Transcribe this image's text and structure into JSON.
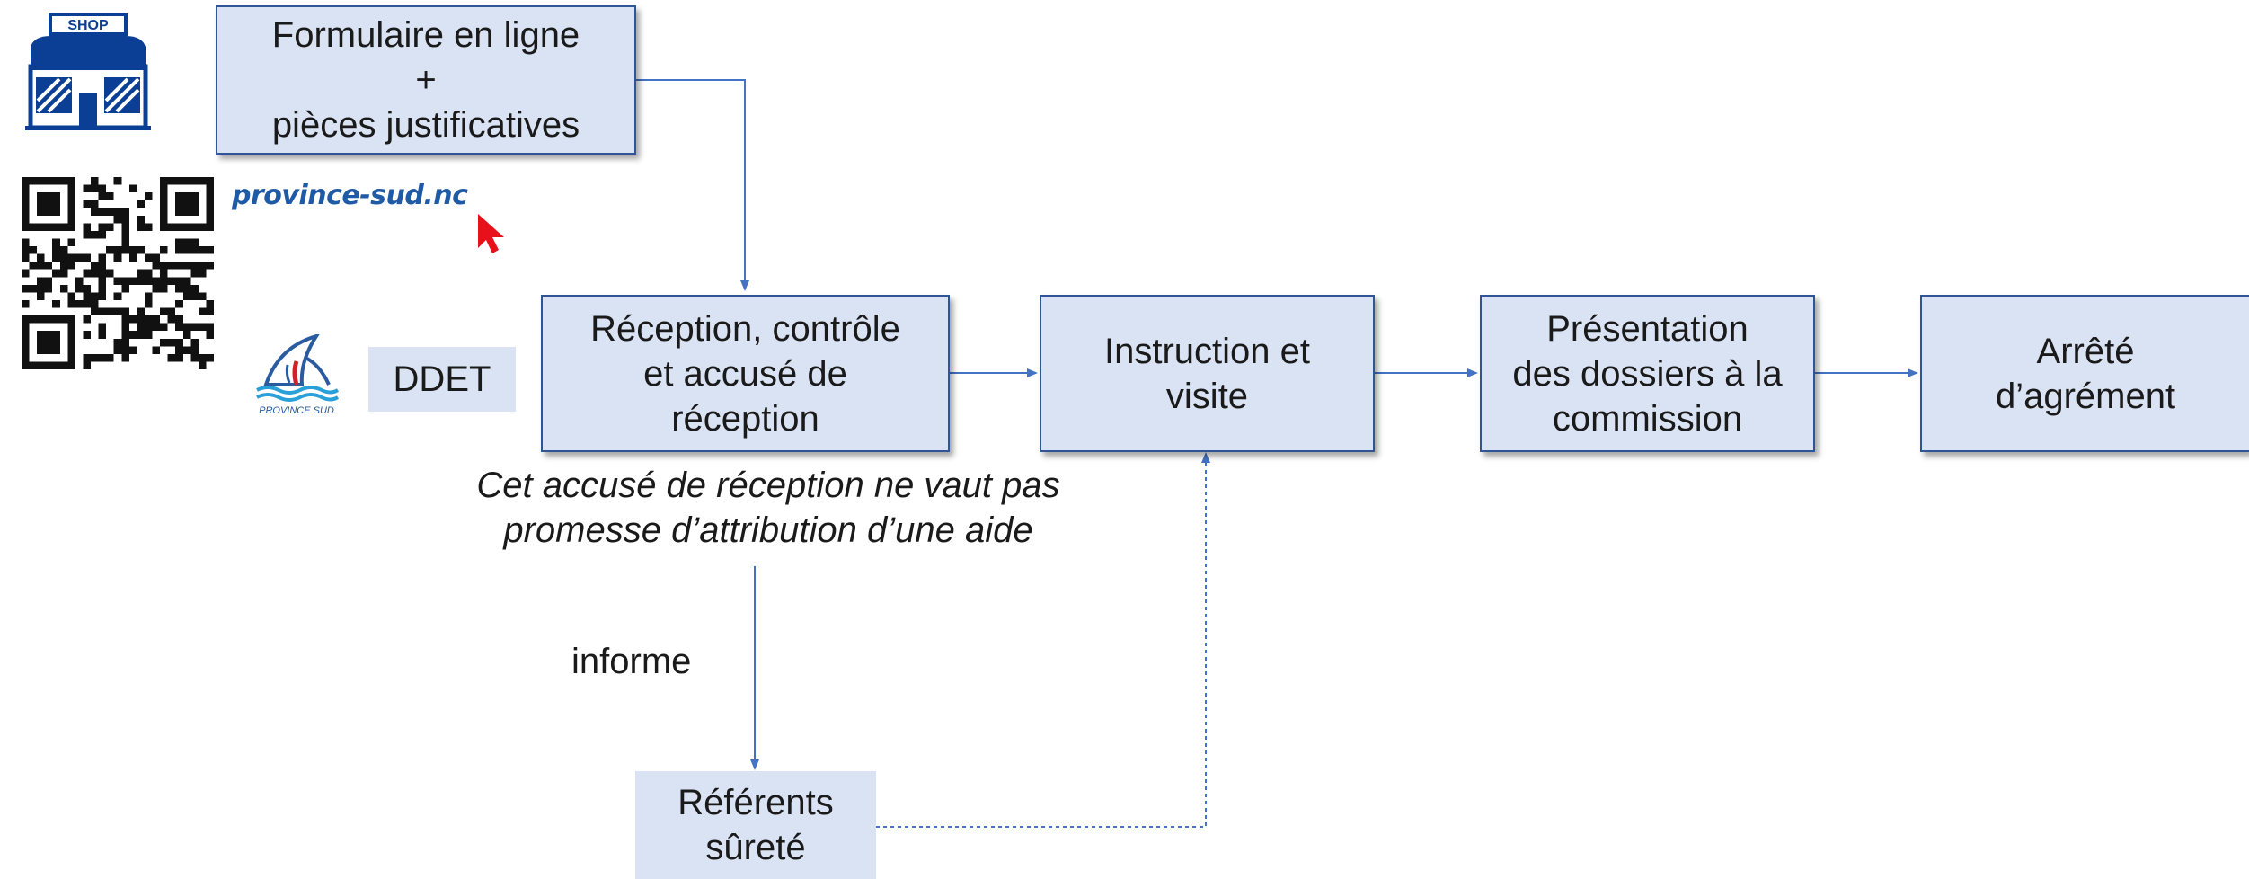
{
  "shop_icon": {
    "sign_text": "SHOP",
    "color": "#0a3f95"
  },
  "website": {
    "text": "province-sud.nc"
  },
  "logo": {
    "caption": "PROVINCE SUD"
  },
  "ddet": {
    "label": "DDET"
  },
  "boxes": {
    "formulaire": [
      "Formulaire en ligne",
      "+",
      "pièces justificatives"
    ],
    "reception": [
      "Réception, contrôle",
      "et accusé de",
      "réception"
    ],
    "instruction": [
      "Instruction et",
      "visite"
    ],
    "presentation": [
      "Présentation",
      "des dossiers à la",
      "commission"
    ],
    "arrete": [
      "Arrêté",
      "d’agrément"
    ],
    "referents": [
      "Référents",
      "sûreté"
    ]
  },
  "note": {
    "lines": [
      "Cet accusé de réception ne vaut pas",
      "promesse d’attribution d’une aide"
    ]
  },
  "informe_label": "informe",
  "colors": {
    "box_fill": "#dae3f3",
    "box_border": "#2f5597",
    "connector": "#4472c4",
    "cursor": "#e8101a"
  }
}
